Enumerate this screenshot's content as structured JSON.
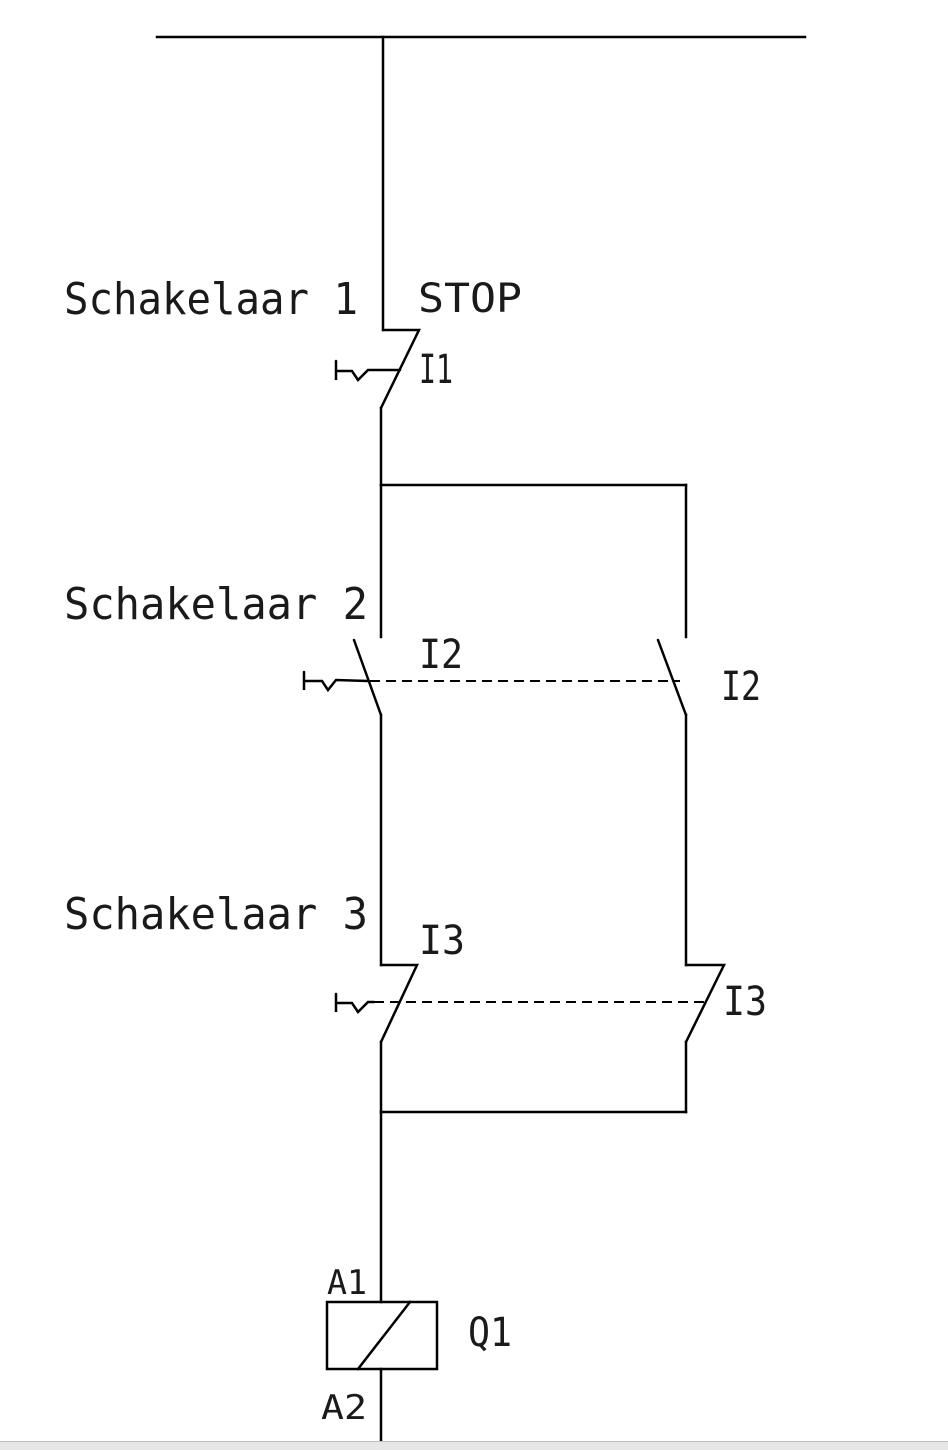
{
  "switches": [
    {
      "label": "Schakelaar 1",
      "tags": [
        "STOP",
        "I1"
      ]
    },
    {
      "label": "Schakelaar 2",
      "tags": [
        "I2",
        "I2"
      ]
    },
    {
      "label": "Schakelaar 3",
      "tags": [
        "I3",
        "I3"
      ]
    }
  ],
  "coil": {
    "name": "Q1",
    "terminal_top": "A1",
    "terminal_bottom": "A2"
  }
}
